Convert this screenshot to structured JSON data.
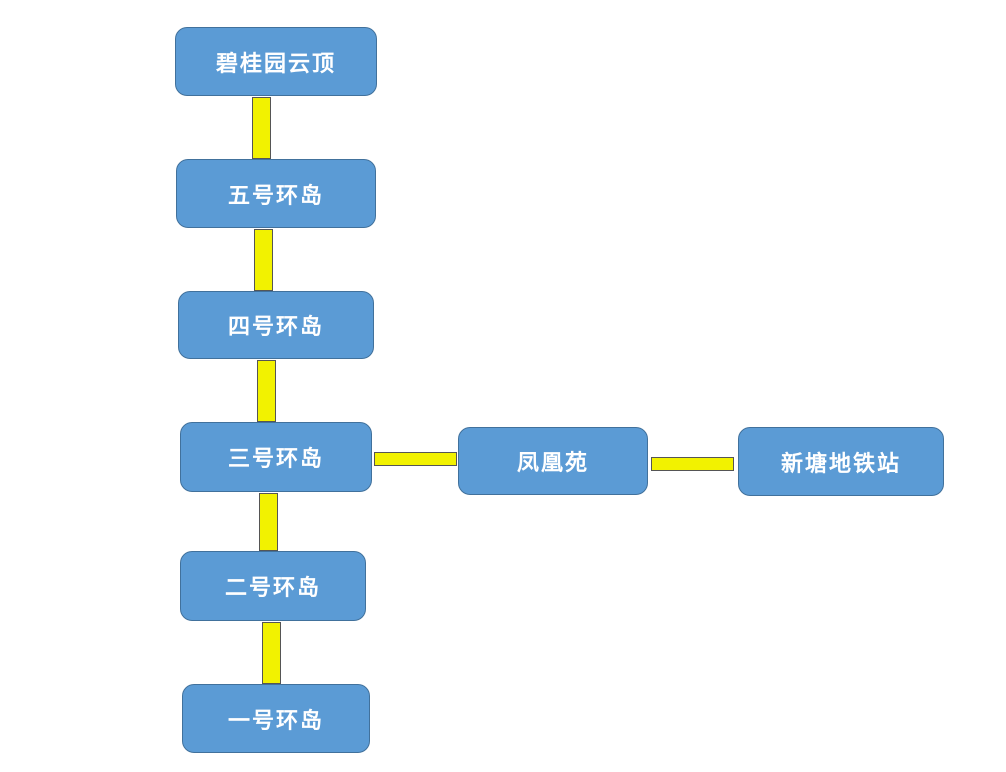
{
  "nodes": [
    {
      "label": "碧桂园云顶"
    },
    {
      "label": "五号环岛"
    },
    {
      "label": "四号环岛"
    },
    {
      "label": "三号环岛"
    },
    {
      "label": "二号环岛"
    },
    {
      "label": "一号环岛"
    },
    {
      "label": "凤凰苑"
    },
    {
      "label": "新塘地铁站"
    }
  ],
  "colors": {
    "node_fill": "#5b9bd5",
    "connector": "#f2f200"
  }
}
